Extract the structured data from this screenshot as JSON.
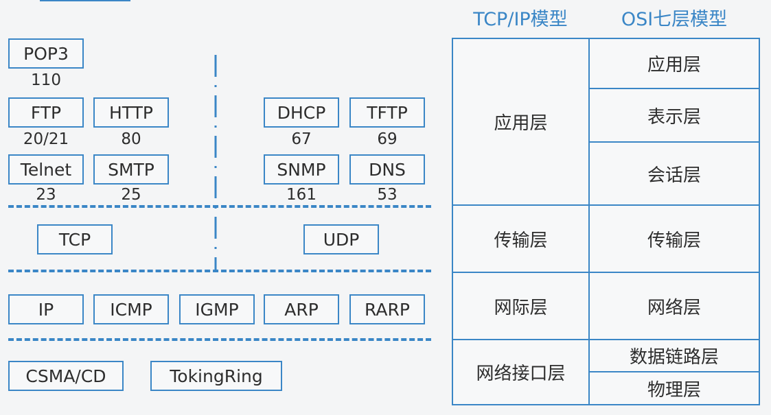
{
  "protocols": {
    "pop3": {
      "label": "POP3",
      "port": "110"
    },
    "ftp": {
      "label": "FTP",
      "port": "20/21"
    },
    "http": {
      "label": "HTTP",
      "port": "80"
    },
    "telnet": {
      "label": "Telnet",
      "port": "23"
    },
    "smtp": {
      "label": "SMTP",
      "port": "25"
    },
    "dhcp": {
      "label": "DHCP",
      "port": "67"
    },
    "tftp": {
      "label": "TFTP",
      "port": "69"
    },
    "snmp": {
      "label": "SNMP",
      "port": "161"
    },
    "dns": {
      "label": "DNS",
      "port": "53"
    },
    "tcp": {
      "label": "TCP"
    },
    "udp": {
      "label": "UDP"
    },
    "ip": {
      "label": "IP"
    },
    "icmp": {
      "label": "ICMP"
    },
    "igmp": {
      "label": "IGMP"
    },
    "arp": {
      "label": "ARP"
    },
    "rarp": {
      "label": "RARP"
    },
    "csma": {
      "label": "CSMA/CD"
    },
    "token": {
      "label": "TokingRing"
    }
  },
  "models": {
    "tcpip_header": "TCP/IP模型",
    "osi_header": "OSI七层模型",
    "tcpip_layers": {
      "application": "应用层",
      "transport": "传输层",
      "internet": "网际层",
      "network_interface": "网络接口层"
    },
    "osi_layers": {
      "application": "应用层",
      "presentation": "表示层",
      "session": "会话层",
      "transport": "传输层",
      "network": "网络层",
      "data_link": "数据链路层",
      "physical": "物理层"
    }
  },
  "colors": {
    "accent": "#3a86c6",
    "text": "#2d2d2d"
  }
}
